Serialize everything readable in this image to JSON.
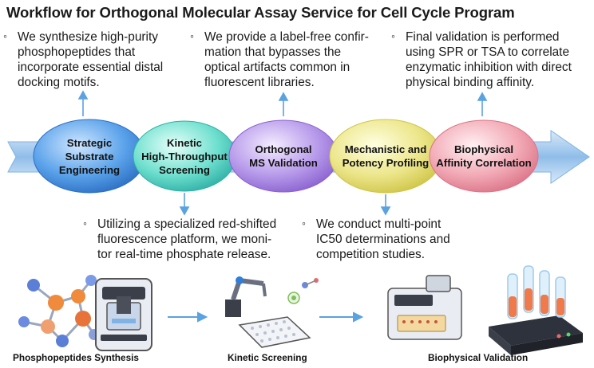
{
  "title": "Workflow for Orthogonal Molecular Assay Service for Cell Cycle Program",
  "bullet_marker": "◦",
  "top_notes": [
    "We synthesize high-purity\nphosphopeptides that\nincorporate essential distal\ndocking motifs.",
    "We provide a label-free confir-\nmation that bypasses the\noptical artifacts common in\nfluorescent libraries.",
    "Final validation is performed\nusing SPR or TSA to correlate\nenzymatic inhibition with direct\nphysical binding affinity."
  ],
  "bottom_notes": [
    "Utilizing a specialized red-shifted\nfluorescence platform, we moni-\ntor real-time phosphate release.",
    "We conduct multi-point\nIC50 determinations and\ncompetition studies."
  ],
  "stages": [
    {
      "label": "Strategic\nSubstrate\nEngineering",
      "color": "#2f7fd6"
    },
    {
      "label": "Kinetic\nHigh-Throughput\nScreening",
      "color": "#2fbfb8"
    },
    {
      "label": "Orthogonal\nMS Validation",
      "color": "#9b6fd6"
    },
    {
      "label": "Mechanistic and\nPotency Profiling",
      "color": "#d9d24a"
    },
    {
      "label": "Biophysical\nAffinity Correlation",
      "color": "#e07a8c"
    }
  ],
  "captions": [
    "Phosphopeptides Synthesis",
    "Kinetic Screening",
    "Biophysical Validation"
  ],
  "colors": {
    "arrow": "#5aa2e0",
    "band": "#7fb3e6"
  },
  "icons": [
    "molecule-icon",
    "microscope-icon",
    "robotic-arm-icon",
    "well-plate-icon",
    "instrument-icon",
    "tube-rack-icon"
  ]
}
